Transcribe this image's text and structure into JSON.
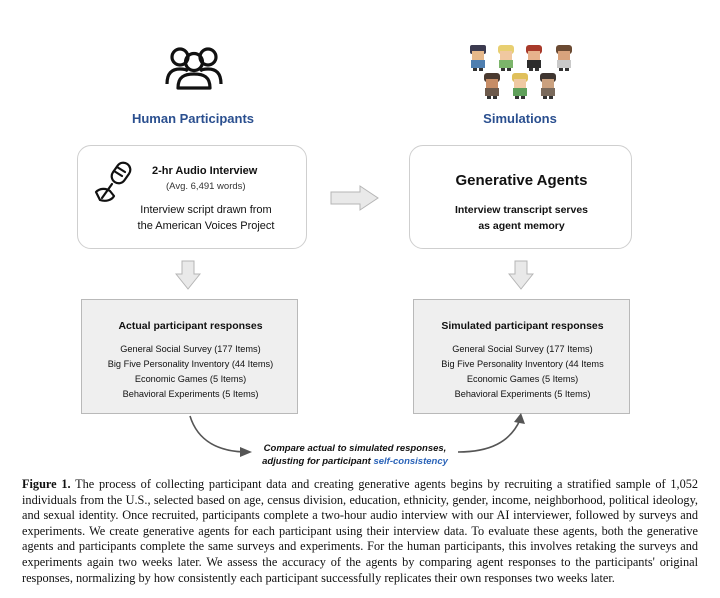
{
  "left_header": "Human Participants",
  "right_header": "Simulations",
  "interview_box": {
    "title": "2-hr Audio Interview",
    "subtitle": "(Avg. 6,491 words)",
    "line1": "Interview script drawn from",
    "line2": "the American Voices Project"
  },
  "agents_box": {
    "title": "Generative Agents",
    "line1": "Interview transcript serves",
    "line2": "as agent memory"
  },
  "actual_box": {
    "title": "Actual participant responses",
    "items": [
      "General Social Survey (177 Items)",
      "Big Five Personality Inventory (44 Items)",
      "Economic Games (5 Items)",
      "Behavioral Experiments (5 Items)"
    ]
  },
  "simulated_box": {
    "title": "Simulated participant responses",
    "items": [
      "General Social Survey (177 Items)",
      "Big Five Personality Inventory (44 Items",
      "Economic Games (5 Items)",
      "Behavioral Experiments (5 Items)"
    ]
  },
  "compare": {
    "line1": "Compare actual to simulated responses,",
    "line2_prefix": "adjusting for participant ",
    "line2_highlight": "self-consistency"
  },
  "caption": {
    "label": "Figure 1.",
    "text": " The process of collecting participant data and creating generative agents begins by recruiting a stratified sample of 1,052 individuals from the U.S., selected based on age, census division, education, ethnicity, gender, income, neighborhood, political ideology, and sexual identity. Once recruited, participants complete a two-hour audio interview with our AI interviewer, followed by surveys and experiments. We create generative agents for each participant using their interview data. To evaluate these agents, both the generative agents and participants complete the same surveys and experiments. For the human participants, this involves retaking the surveys and experiments again two weeks later. We assess the accuracy of the agents by comparing agent responses to the participants' original responses, normalizing by how consistently each participant successfully replicates their own responses two weeks later."
  },
  "icons": [
    "people-group-icon",
    "microphone-icon",
    "agent-avatars",
    "arrow-right-icon",
    "arrow-down-icon"
  ],
  "colors": {
    "header_blue": "#2a4f8f",
    "self_consistency_blue": "#2a63b8",
    "gray_fill": "#efefef"
  }
}
